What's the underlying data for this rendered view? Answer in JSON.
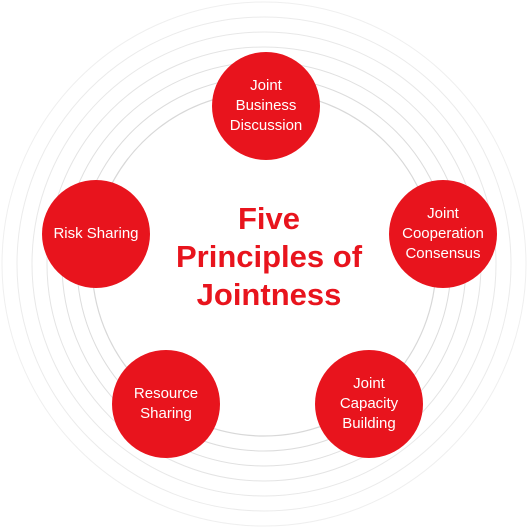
{
  "colors": {
    "accent": "#e8141d",
    "ring": "#e4e4e4"
  },
  "center_title": "Five\nPrinciples of\nJointness",
  "principles": [
    {
      "label": "Joint\nBusiness\nDiscussion"
    },
    {
      "label": "Joint\nCooperation\nConsensus"
    },
    {
      "label": "Joint\nCapacity\nBuilding"
    },
    {
      "label": "Resource\nSharing"
    },
    {
      "label": "Risk Sharing"
    }
  ]
}
